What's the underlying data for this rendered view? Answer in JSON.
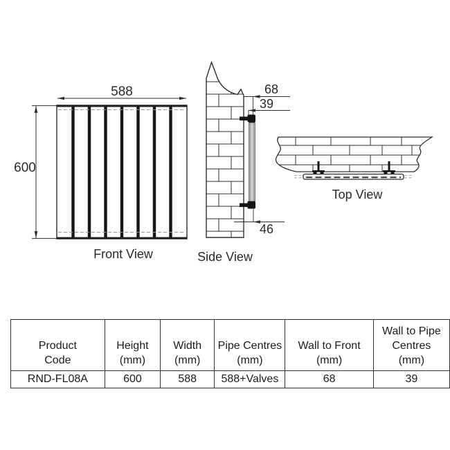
{
  "drawing": {
    "front": {
      "caption": "Front View",
      "width_dim": "588",
      "height_dim": "600"
    },
    "side": {
      "caption": "Side View",
      "wall_to_front_dim": "68",
      "wall_to_pipe_dim": "39",
      "bottom_dim": "46"
    },
    "top": {
      "caption": "Top View"
    }
  },
  "table": {
    "columns": [
      {
        "lines": [
          "Product",
          "Code"
        ]
      },
      {
        "lines": [
          "Height",
          "(mm)"
        ]
      },
      {
        "lines": [
          "Width",
          "(mm)"
        ]
      },
      {
        "lines": [
          "Pipe Centres",
          "(mm)"
        ]
      },
      {
        "lines": [
          "Wall to Front",
          "(mm)"
        ]
      },
      {
        "lines": [
          "Wall to Pipe",
          "Centres",
          "(mm)"
        ]
      }
    ],
    "rows": [
      [
        "RND-FL08A",
        "600",
        "588",
        "588+Valves",
        "68",
        "39"
      ]
    ]
  },
  "colors": {
    "line": "#2e2e2e",
    "dashed": "#979797",
    "fill_black": "#161616"
  }
}
